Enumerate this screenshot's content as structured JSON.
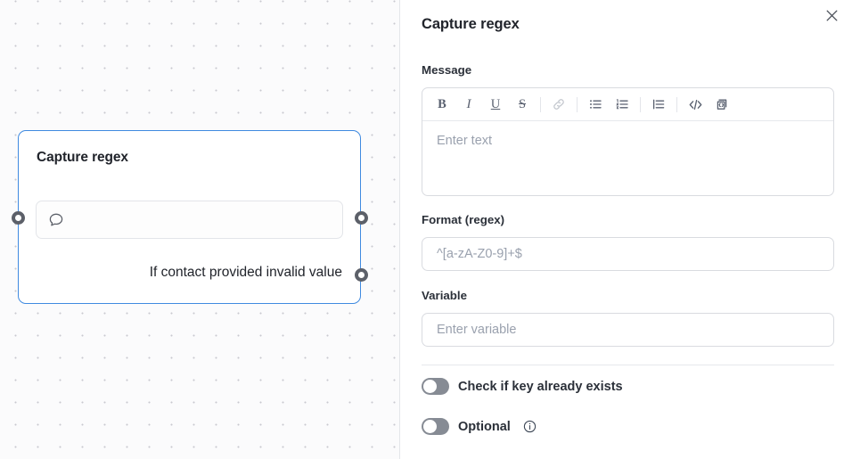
{
  "canvas": {
    "node": {
      "title": "Capture regex",
      "input_icon": "speech-bubble-icon",
      "input_value": "",
      "branch_label": "If contact provided invalid value",
      "border_color": "#3f8ae0",
      "port_color": "#5c6069"
    }
  },
  "panel": {
    "title": "Capture regex",
    "close_label": "×",
    "message": {
      "label": "Message",
      "placeholder": "Enter text",
      "value": "",
      "toolbar": [
        {
          "name": "bold-icon",
          "glyph": "B",
          "class": "tb-b",
          "disabled": false
        },
        {
          "name": "italic-icon",
          "glyph": "I",
          "class": "tb-i",
          "disabled": false
        },
        {
          "name": "underline-icon",
          "glyph": "U",
          "class": "tb-u",
          "disabled": false
        },
        {
          "name": "strikethrough-icon",
          "glyph": "S",
          "class": "tb-s",
          "disabled": false
        },
        {
          "name": "link-icon",
          "glyph": "",
          "class": "",
          "disabled": true
        },
        {
          "name": "bulleted-list-icon",
          "glyph": "",
          "class": "",
          "disabled": false
        },
        {
          "name": "numbered-list-icon",
          "glyph": "",
          "class": "",
          "disabled": false
        },
        {
          "name": "indent-list-icon",
          "glyph": "",
          "class": "",
          "disabled": false
        },
        {
          "name": "code-icon",
          "glyph": "",
          "class": "",
          "disabled": false
        },
        {
          "name": "insert-variable-icon",
          "glyph": "",
          "class": "",
          "disabled": false
        }
      ]
    },
    "format": {
      "label": "Format (regex)",
      "placeholder": "^[a-zA-Z0-9]+$",
      "value": ""
    },
    "variable": {
      "label": "Variable",
      "placeholder": "Enter variable",
      "value": ""
    },
    "toggles": [
      {
        "label": "Check if key already exists",
        "on": false,
        "info": false
      },
      {
        "label": "Optional",
        "on": false,
        "info": true
      }
    ]
  }
}
